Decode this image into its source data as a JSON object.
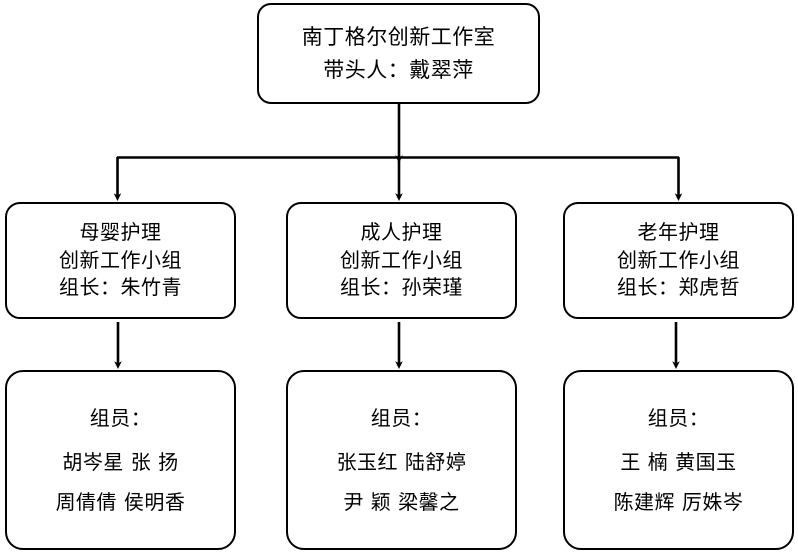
{
  "diagram": {
    "title_node": {
      "lines": [
        "南丁格尔创新工作室",
        "带头人：戴翠萍"
      ]
    },
    "groups": [
      {
        "specialty": "母婴护理",
        "unit": "创新工作小组",
        "leader": "组长：朱竹青",
        "members_label": "组员：",
        "member_rows": [
          "胡岑星 张 扬",
          "周倩倩 侯明香"
        ]
      },
      {
        "specialty": "成人护理",
        "unit": "创新工作小组",
        "leader": "组长：孙荣瑾",
        "members_label": "组员：",
        "member_rows": [
          "张玉红 陆舒婷",
          "尹 颖 梁馨之"
        ]
      },
      {
        "specialty": "老年护理",
        "unit": "创新工作小组",
        "leader": "组长：郑虎哲",
        "members_label": "组员：",
        "member_rows": [
          "王 楠 黄国玉",
          "陈建辉 厉姝岑"
        ]
      }
    ],
    "colors": {
      "border": "#000000",
      "background": "#ffffff",
      "text": "#000000",
      "connector": "#000000"
    }
  }
}
